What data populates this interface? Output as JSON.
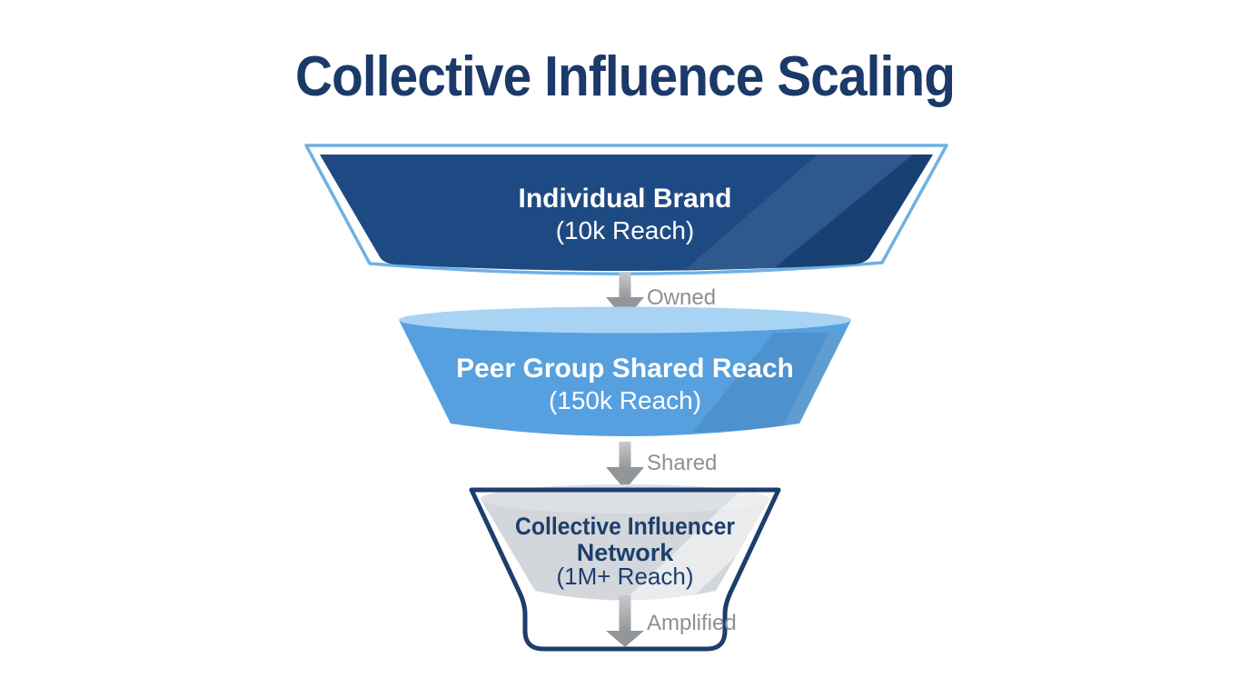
{
  "title": "Collective Influence Scaling",
  "funnel": {
    "stages": [
      {
        "label_lines": [
          "Individual Brand"
        ],
        "reach": "(10k Reach)",
        "arrow_label": "Owned"
      },
      {
        "label_lines": [
          "Peer Group Shared Reach"
        ],
        "reach": "(150k Reach)",
        "arrow_label": "Shared"
      },
      {
        "label_lines": [
          "Collective Influencer",
          "Network"
        ],
        "reach": "(1M+ Reach)",
        "arrow_label": "Amplified"
      }
    ]
  },
  "colors": {
    "background": "#ffffff",
    "title_text": "#1b3a69",
    "stage1_fill": "#1e4a84",
    "stage1_border": "#6fb1e3",
    "stage1_text": "#ffffff",
    "stage2_fill": "#57a0e0",
    "stage2_top": "#a9d3f3",
    "stage2_text": "#ffffff",
    "stage3_fill": "#d3d6da",
    "stage3_top": "#dcdfe3",
    "stage3_outline": "#1c3e6d",
    "stage3_text": "#1c3e6d",
    "arrow_light": "#c7c9cc",
    "arrow_dark": "#939699",
    "arrow_label_text": "#8c9096"
  }
}
